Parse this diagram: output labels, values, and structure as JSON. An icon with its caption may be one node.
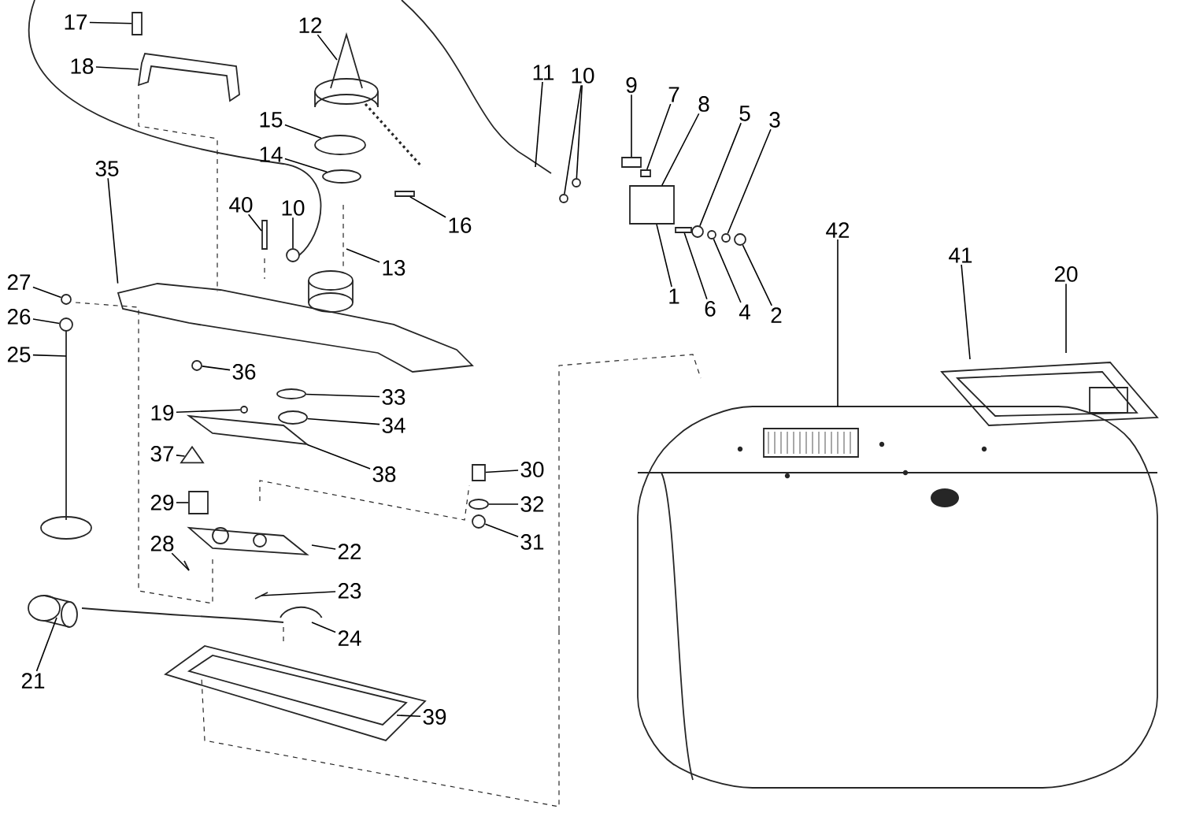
{
  "diagram": {
    "nodes": [
      {
        "text": [
          "17"
        ]
      },
      {
        "text": [
          "18"
        ]
      },
      {
        "text": [
          "12"
        ]
      },
      {
        "text": [
          "11"
        ]
      },
      {
        "text": [
          "10"
        ]
      },
      {
        "text": [
          "9"
        ]
      },
      {
        "text": [
          "7"
        ]
      },
      {
        "text": [
          "8"
        ]
      },
      {
        "text": [
          "5"
        ]
      },
      {
        "text": [
          "3"
        ]
      },
      {
        "text": [
          "15"
        ]
      },
      {
        "text": [
          "14"
        ]
      },
      {
        "text": [
          "40"
        ]
      },
      {
        "text": [
          "10"
        ]
      },
      {
        "text": [
          "16"
        ]
      },
      {
        "text": [
          "35"
        ]
      },
      {
        "text": [
          "13"
        ]
      },
      {
        "text": [
          "42"
        ]
      },
      {
        "text": [
          "41"
        ]
      },
      {
        "text": [
          "20"
        ]
      },
      {
        "text": [
          "1"
        ]
      },
      {
        "text": [
          "6"
        ]
      },
      {
        "text": [
          "4"
        ]
      },
      {
        "text": [
          "2"
        ]
      },
      {
        "text": [
          "27"
        ]
      },
      {
        "text": [
          "26"
        ]
      },
      {
        "text": [
          "25"
        ]
      },
      {
        "text": [
          "36"
        ]
      },
      {
        "text": [
          "33"
        ]
      },
      {
        "text": [
          "19"
        ]
      },
      {
        "text": [
          "34"
        ]
      },
      {
        "text": [
          "37"
        ]
      },
      {
        "text": [
          "38"
        ]
      },
      {
        "text": [
          "30"
        ]
      },
      {
        "text": [
          "29"
        ]
      },
      {
        "text": [
          "32"
        ]
      },
      {
        "text": [
          "31"
        ]
      },
      {
        "text": [
          "28"
        ]
      },
      {
        "text": [
          "22"
        ]
      },
      {
        "text": [
          "23"
        ]
      },
      {
        "text": [
          "24"
        ]
      },
      {
        "text": [
          "21"
        ]
      },
      {
        "text": [
          "39"
        ]
      },
      {
        "text": [],
        "shape": "circle"
      },
      {
        "text": [],
        "shape": "circle"
      },
      {
        "text": [],
        "shape": "bar"
      },
      {
        "text": [],
        "shape": "circle"
      },
      {
        "text": [],
        "shape": "circle"
      },
      {
        "text": [],
        "shape": "circle"
      },
      {
        "text": [],
        "shape": "circle"
      },
      {
        "text": [],
        "shape": "circle"
      },
      {
        "text": [],
        "shape": "circle"
      },
      {
        "text": [],
        "shape": "bar"
      },
      {
        "text": [],
        "shape": "circle"
      },
      {
        "text": [],
        "shape": "circle"
      },
      {
        "text": [],
        "shape": "circle"
      },
      {
        "text": [],
        "shape": "circle"
      },
      {
        "text": [],
        "shape": "cone"
      },
      {
        "text": [],
        "shape": "bar"
      },
      {
        "text": [],
        "shape": "bar"
      },
      {
        "text": [],
        "shape": "box"
      },
      {
        "text": [],
        "shape": "bar"
      },
      {
        "text": [],
        "shape": "circle"
      },
      {
        "text": [],
        "shape": "circle"
      },
      {
        "text": [],
        "shape": "picture"
      },
      {
        "text": [],
        "shape": "circle"
      },
      {
        "text": [],
        "shape": "box"
      },
      {
        "text": [],
        "shape": "circle"
      },
      {
        "text": [],
        "shape": "circle"
      },
      {
        "text": [],
        "shape": "box"
      },
      {
        "text": [],
        "shape": "bar"
      },
      {
        "text": [],
        "shape": "picture"
      }
    ],
    "edges": [
      {
        "from": 0,
        "to": 58,
        "arrow": "none"
      },
      {
        "from": 1,
        "to": null,
        "arrow": "none"
      },
      {
        "from": 2,
        "to": null,
        "arrow": "none"
      },
      {
        "from": 3,
        "to": null,
        "arrow": "none"
      },
      {
        "from": 4,
        "to": 43,
        "arrow": "none"
      },
      {
        "from": 4,
        "to": 44,
        "arrow": "none"
      },
      {
        "from": 5,
        "to": 45,
        "arrow": "none"
      },
      {
        "from": 6,
        "to": 59,
        "arrow": "none"
      },
      {
        "from": 7,
        "to": 60,
        "arrow": "none"
      },
      {
        "from": 8,
        "to": 46,
        "arrow": "none"
      },
      {
        "from": 9,
        "to": 48,
        "arrow": "none"
      },
      {
        "from": 10,
        "to": 50,
        "arrow": "none"
      },
      {
        "from": 11,
        "to": 51,
        "arrow": "none"
      },
      {
        "from": 12,
        "to": 52,
        "arrow": "none"
      },
      {
        "from": 13,
        "to": 65,
        "arrow": "none"
      },
      {
        "from": 14,
        "to": 70,
        "arrow": "none"
      },
      {
        "from": 15,
        "to": 64,
        "arrow": "none"
      },
      {
        "from": 16,
        "to": null,
        "arrow": "none"
      },
      {
        "from": 17,
        "to": null,
        "arrow": "none"
      },
      {
        "from": 18,
        "to": null,
        "arrow": "none"
      },
      {
        "from": 19,
        "to": null,
        "arrow": "none"
      },
      {
        "from": 20,
        "to": 60,
        "arrow": "none"
      },
      {
        "from": 21,
        "to": 61,
        "arrow": "none"
      },
      {
        "from": 22,
        "to": 47,
        "arrow": "none"
      },
      {
        "from": 23,
        "to": 49,
        "arrow": "none"
      },
      {
        "from": 24,
        "to": 53,
        "arrow": "none"
      },
      {
        "from": 25,
        "to": 62,
        "arrow": "none"
      },
      {
        "from": 26,
        "to": null,
        "arrow": "none"
      },
      {
        "from": 27,
        "to": 54,
        "arrow": "none"
      },
      {
        "from": 28,
        "to": 55,
        "arrow": "none"
      },
      {
        "from": 29,
        "to": 56,
        "arrow": "none"
      },
      {
        "from": 30,
        "to": 63,
        "arrow": "none"
      },
      {
        "from": 31,
        "to": 57,
        "arrow": "none"
      },
      {
        "from": 32,
        "to": 71,
        "arrow": "none"
      },
      {
        "from": 33,
        "to": 66,
        "arrow": "none"
      },
      {
        "from": 34,
        "to": 69,
        "arrow": "none"
      },
      {
        "from": 35,
        "to": 67,
        "arrow": "none"
      },
      {
        "from": 36,
        "to": 68,
        "arrow": "none"
      },
      {
        "from": 37,
        "to": null,
        "arrow": "none"
      },
      {
        "from": 38,
        "to": null,
        "arrow": "none"
      },
      {
        "from": 39,
        "to": null,
        "arrow": "none"
      },
      {
        "from": 40,
        "to": null,
        "arrow": "none"
      },
      {
        "from": 41,
        "to": null,
        "arrow": "none"
      },
      {
        "from": 42,
        "to": null,
        "arrow": "none"
      }
    ]
  }
}
